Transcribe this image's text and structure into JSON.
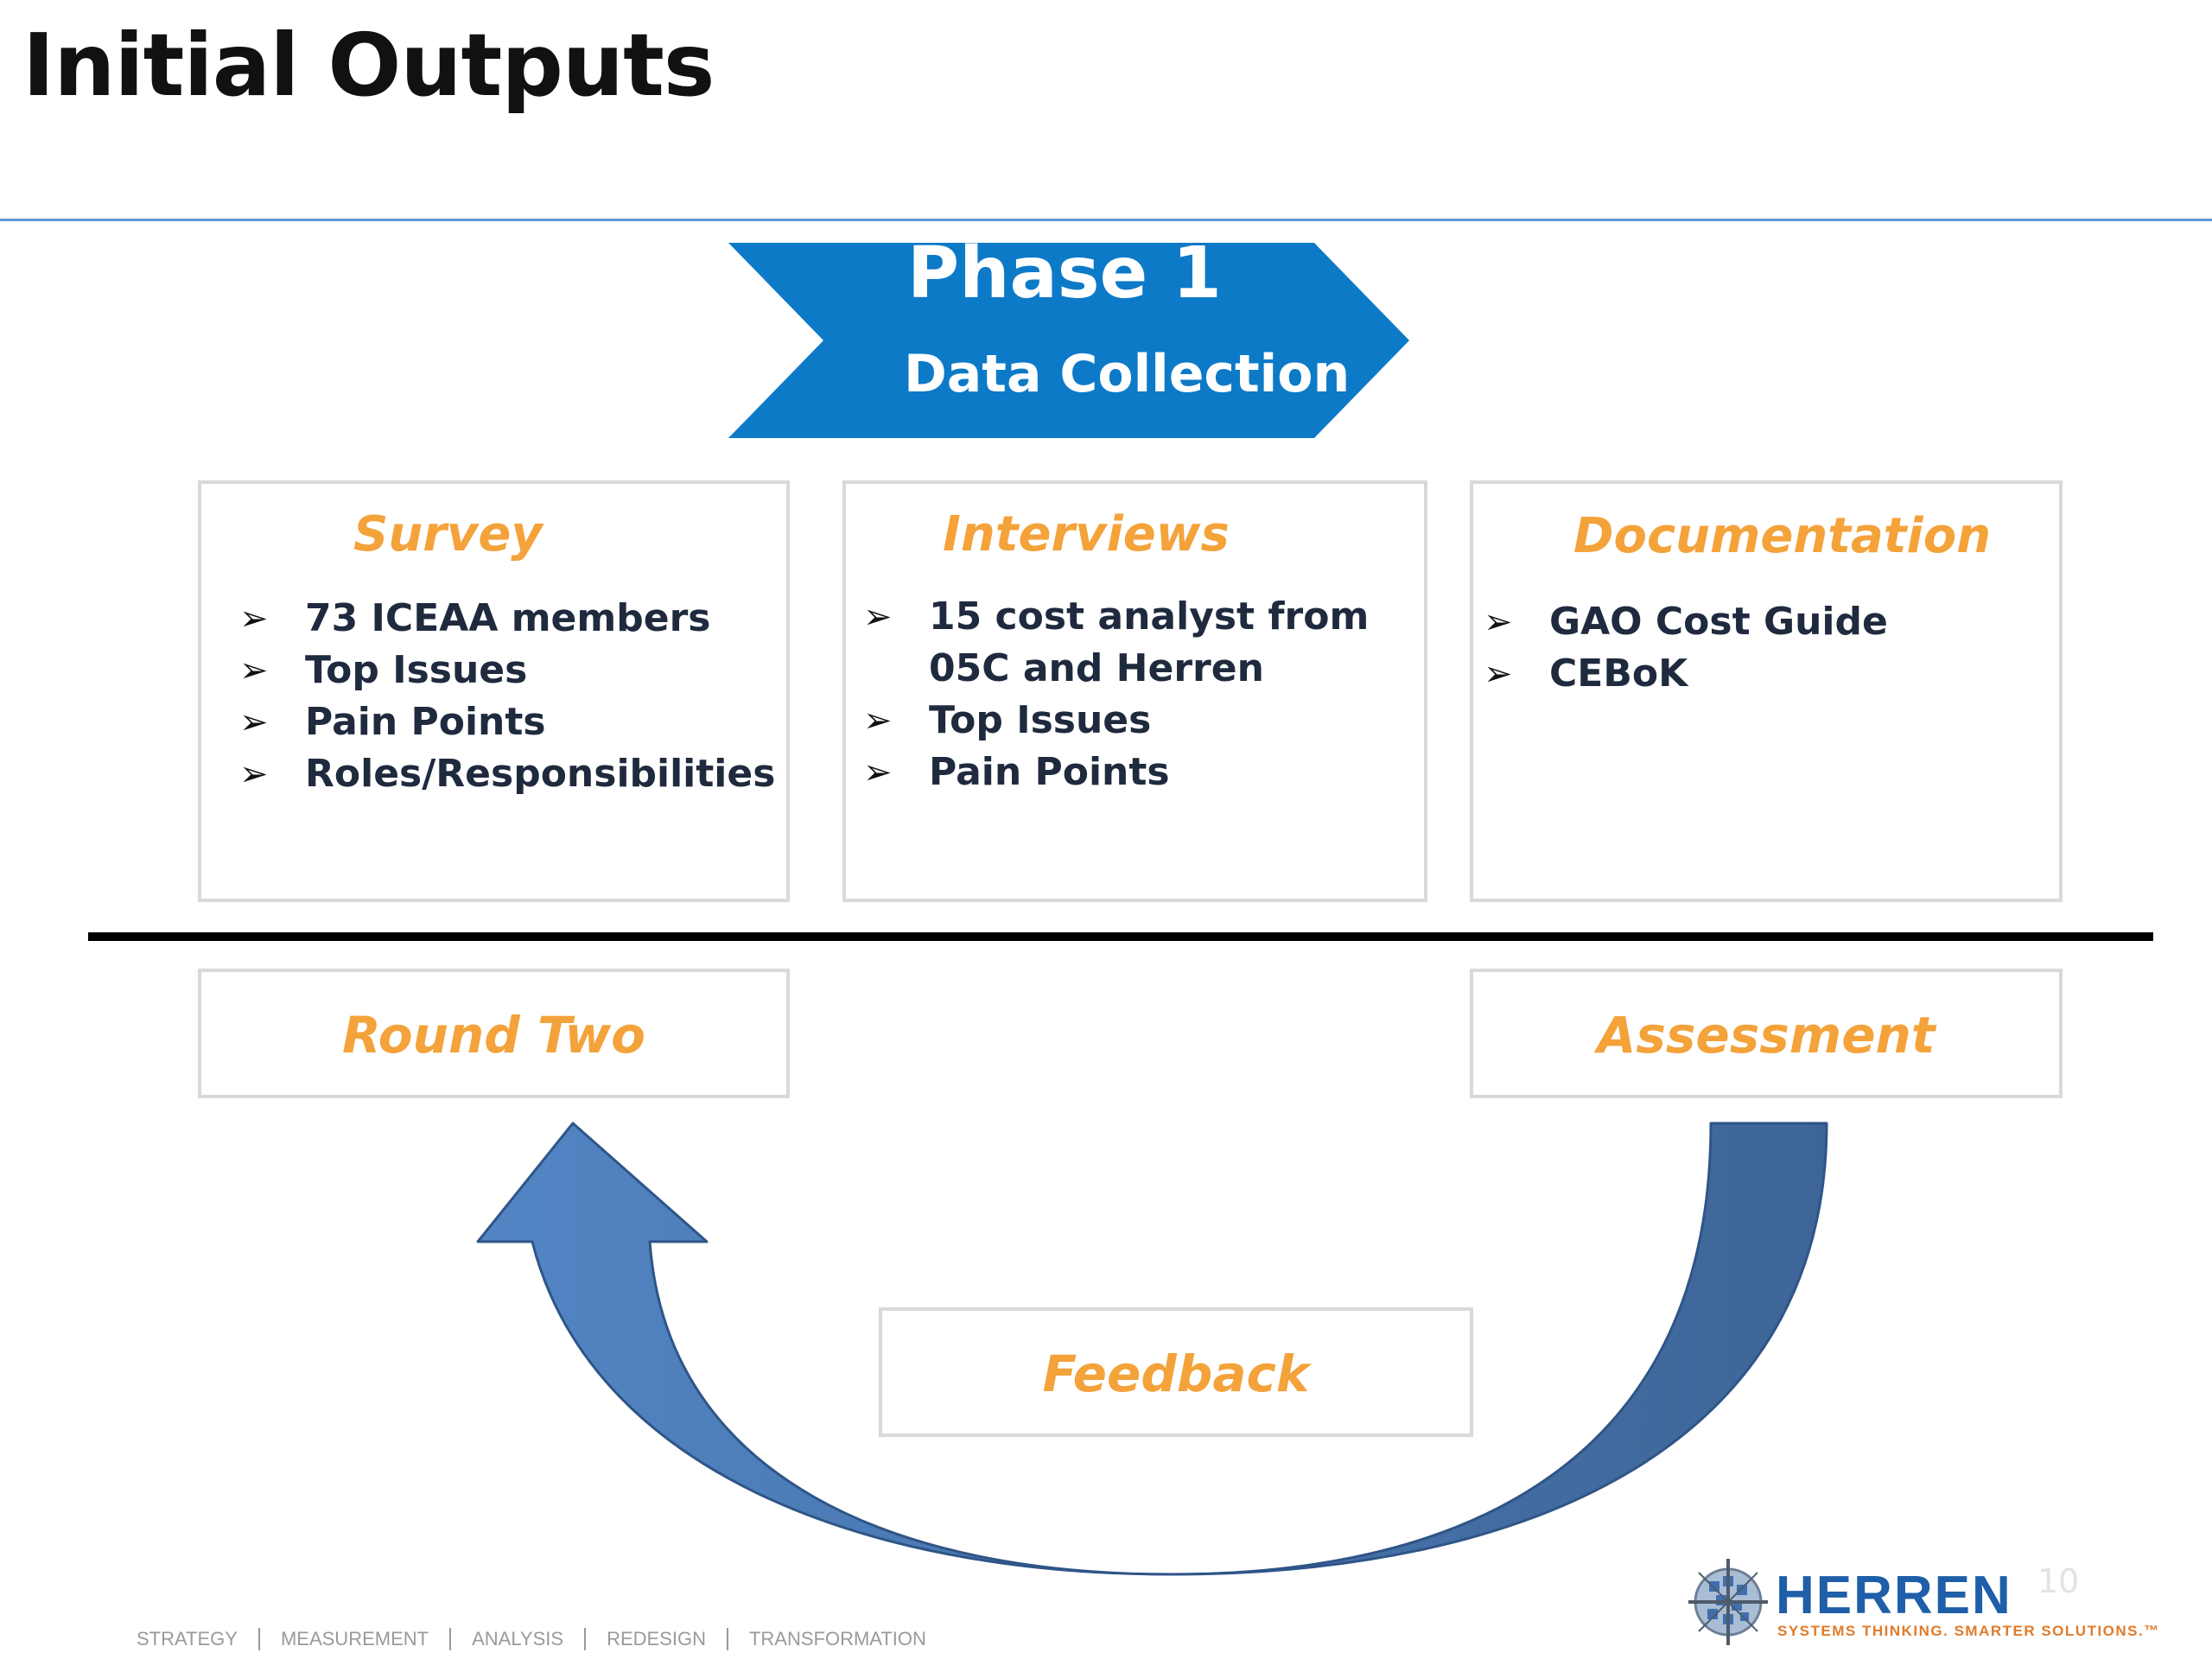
{
  "slide": {
    "title": "Initial Outputs",
    "page_number": "10"
  },
  "phase": {
    "title": "Phase 1",
    "subtitle": "Data Collection",
    "color": "#0d7ac8"
  },
  "boxes": [
    {
      "heading": "Survey",
      "items": [
        "73 ICEAA members",
        "Top Issues",
        "Pain Points",
        "Roles/Responsibilities"
      ]
    },
    {
      "heading": "Interviews",
      "items": [
        "15 cost analyst from 05C and Herren",
        "Top Issues",
        "Pain Points"
      ]
    },
    {
      "heading": "Documentation",
      "items": [
        "GAO Cost Guide",
        "CEBoK"
      ]
    }
  ],
  "cycle": {
    "round_two": "Round Two",
    "assessment": "Assessment",
    "feedback": "Feedback",
    "arrow_color": "#4a78b4"
  },
  "bullet_glyph": "➢",
  "logo": {
    "name": "HERREN",
    "tagline": "SYSTEMS THINKING. SMARTER SOLUTIONS.™"
  },
  "footer": {
    "items": [
      "STRATEGY",
      "MEASUREMENT",
      "ANALYSIS",
      "REDESIGN",
      "TRANSFORMATION"
    ]
  },
  "colors": {
    "heading_orange": "#f4a23a",
    "bullet_text": "#1f2a3e",
    "title_rule": "#5b9bd5",
    "logo_blue": "#1f5ea8",
    "logo_orange": "#e07b2a"
  }
}
